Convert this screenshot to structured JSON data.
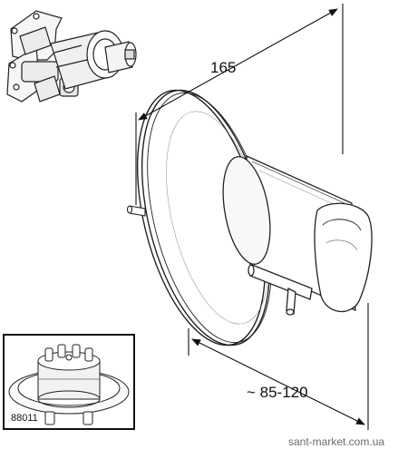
{
  "dimensions": {
    "width_label": "165",
    "depth_label": "~ 85-120"
  },
  "inset": {
    "part_number": "88011"
  },
  "watermark": "sant-market.com.ua"
}
